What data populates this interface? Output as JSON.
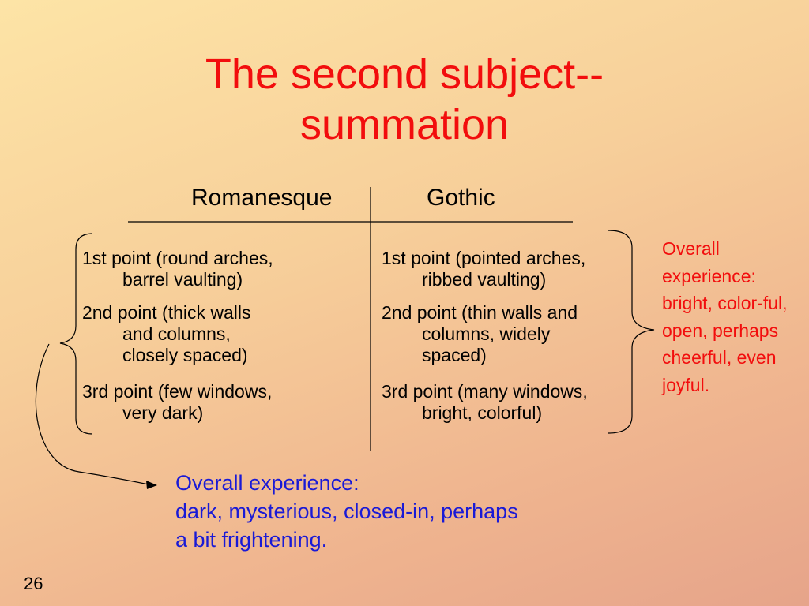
{
  "slide": {
    "title_line1": "The second subject--",
    "title_line2": "summation",
    "page_number": "26"
  },
  "columns": {
    "left_header": "Romanesque",
    "right_header": "Gothic"
  },
  "romanesque_points": [
    {
      "l1": "1st point (round arches,",
      "l2": "barrel vaulting)"
    },
    {
      "l1": "2nd point (thick walls",
      "l2": "and columns,",
      "l3": "closely spaced)"
    },
    {
      "l1": "3rd point (few windows,",
      "l2": "very dark)"
    }
  ],
  "gothic_points": [
    {
      "l1": "1st point (pointed arches,",
      "l2": "ribbed vaulting)"
    },
    {
      "l1": "2nd point (thin walls and",
      "l2": "columns, widely",
      "l3": "spaced)"
    },
    {
      "l1": "3rd point (many windows,",
      "l2": "bright, colorful)"
    }
  ],
  "gothic_summary": {
    "text": "Overall experience: bright, color-ful, open, perhaps cheerful, even joyful.",
    "color": "#f20d0d"
  },
  "romanesque_summary": {
    "line1": "Overall experience:",
    "line2": "dark, mysterious, closed-in, perhaps",
    "line3": "a bit frightening.",
    "color": "#1a1ad6"
  }
}
